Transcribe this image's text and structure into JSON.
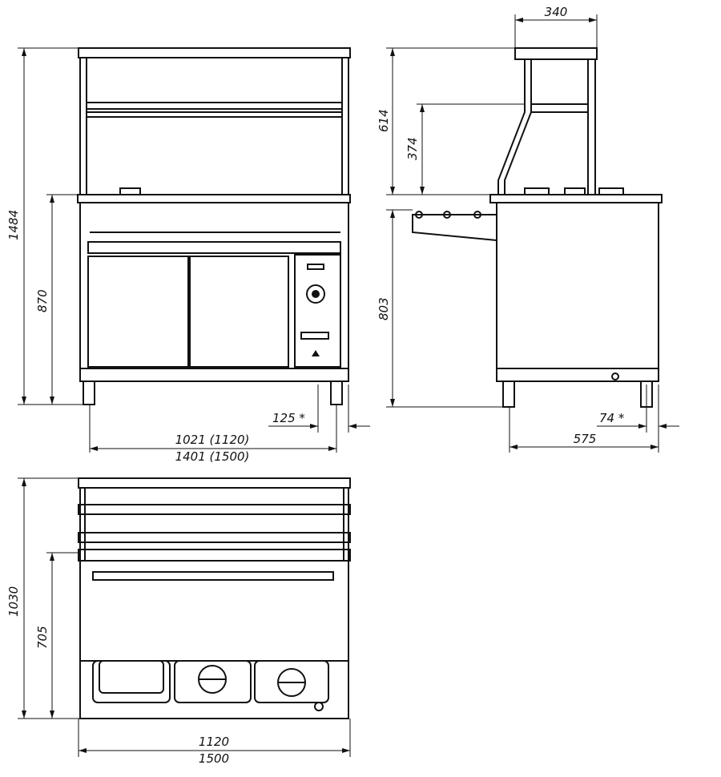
{
  "drawing": {
    "front_view": {
      "dims": {
        "total_height": "1484",
        "counter_height": "870",
        "leg_offset": "125 *",
        "width_top": "1021  (1120)",
        "width_bottom": "1401 (1500)"
      }
    },
    "side_view": {
      "dims": {
        "shelf_depth": "340",
        "shelf_height": "614",
        "shelf_gap": "374",
        "body_height": "803",
        "leg_offset": "74 *",
        "depth": "575"
      }
    },
    "top_view": {
      "dims": {
        "total_depth": "1030",
        "body_depth": "705",
        "width_top": "1120",
        "width_bottom": "1500"
      }
    }
  }
}
